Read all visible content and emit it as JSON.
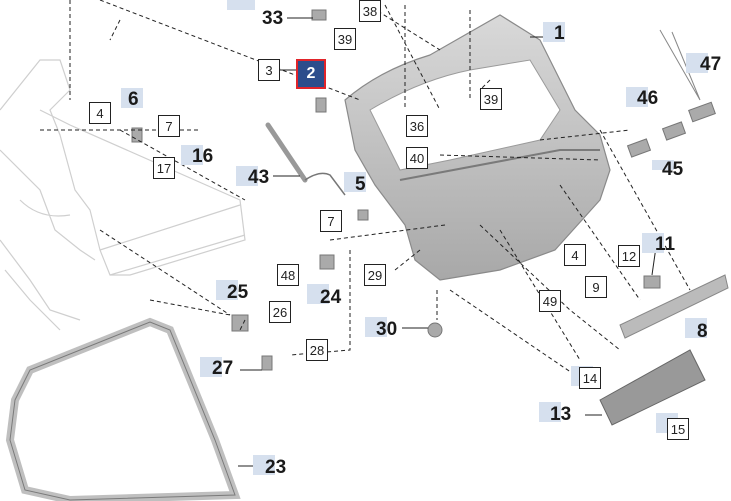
{
  "callouts": {
    "c1": "1",
    "c2": "2",
    "c3": "3",
    "c4a": "4",
    "c4b": "4",
    "c5": "5",
    "c6": "6",
    "c7a": "7",
    "c7b": "7",
    "c8": "8",
    "c9": "9",
    "c11": "11",
    "c12": "12",
    "c13": "13",
    "c14": "14",
    "c15": "15",
    "c16": "16",
    "c17": "17",
    "c23": "23",
    "c24": "24",
    "c25": "25",
    "c26": "26",
    "c27": "27",
    "c28": "28",
    "c29": "29",
    "c30": "30",
    "c33": "33",
    "c36": "36",
    "c38": "38",
    "c39a": "39",
    "c39b": "39",
    "c40": "40",
    "c43": "43",
    "c45": "45",
    "c46": "46",
    "c47": "47",
    "c48": "48",
    "c49": "49"
  },
  "selected": "2",
  "colors": {
    "selected_fill": "#2c4d8c",
    "selected_border": "#e1242a",
    "tag_fill": "#d6e0ee"
  }
}
